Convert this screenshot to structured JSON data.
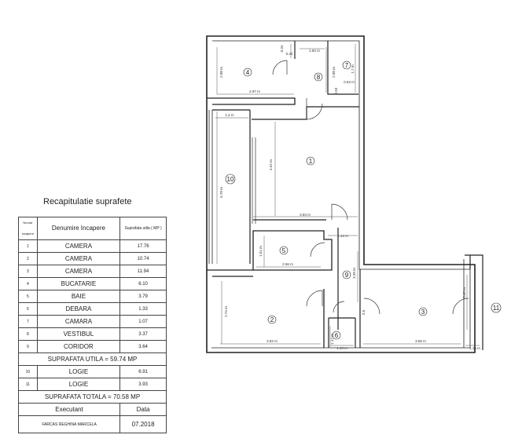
{
  "table": {
    "title": "Recapitulatie suprafete",
    "headers": {
      "nr": "Numar incapere",
      "name": "Denumire Incapere",
      "area": "Suprafata utila ( MP )"
    },
    "rows": [
      {
        "nr": "1",
        "name": "CAMERA",
        "area": "17.76"
      },
      {
        "nr": "2",
        "name": "CAMERA",
        "area": "10.74"
      },
      {
        "nr": "3",
        "name": "CAMERA",
        "area": "11.94"
      },
      {
        "nr": "4",
        "name": "BUCATARIE",
        "area": "6.10"
      },
      {
        "nr": "5",
        "name": "BAIE",
        "area": "3.79"
      },
      {
        "nr": "6",
        "name": "DEBARA",
        "area": "1.33"
      },
      {
        "nr": "7",
        "name": "CAMARA",
        "area": "1.07"
      },
      {
        "nr": "8",
        "name": "VESTIBUL",
        "area": "3.37"
      },
      {
        "nr": "9",
        "name": "CORIDOR",
        "area": "3.64"
      }
    ],
    "useful_total": "SUPRAFATA UTILA = 59.74 MP",
    "loggia_rows": [
      {
        "nr": "10",
        "name": "LOGIE",
        "area": "6.91"
      },
      {
        "nr": "11",
        "name": "LOGIE",
        "area": "3.93"
      }
    ],
    "grand_total": "SUPRAFATA TOTALA = 70.58 MP",
    "executant_label": "Executant",
    "date_label": "Data",
    "executant_name": "FARCAS REGHINA MARCELA",
    "date_value": "07.2018"
  },
  "plan": {
    "room_numbers": [
      "1",
      "2",
      "3",
      "4",
      "5",
      "6",
      "7",
      "8",
      "9",
      "10",
      "11"
    ],
    "dimensions": {
      "d_2_97": "2.97 m",
      "d_2_08a": "2.08 m",
      "d_1_82": "1.82 m",
      "d_2_08b": "2.08 m",
      "d_0_34": "0.34",
      "d_0_23": "0.23",
      "d_1_7": "1.7 m",
      "d_0_63": "0.63 m",
      "d_0_53": "0.53",
      "d_1_2": "1.2 m",
      "d_4_52": "4.52 m",
      "d_5_78": "5.78 m",
      "d_3_93": "3.93 m",
      "d_1_14a": "1.14 m",
      "d_1_51": "1.51 m",
      "d_2_56": "2.56 m",
      "d_3_39": "3.39 m",
      "d_2_74": "2.74 m",
      "d_3_92": "3.92 m",
      "d_3_6": "3.6",
      "d_3_56": "3.56 m",
      "d_3_42": "3.42 m",
      "d_1_17": "1.17 m",
      "d_1_14b": "1.14 m",
      "d_1_15": "1.15 m"
    }
  }
}
